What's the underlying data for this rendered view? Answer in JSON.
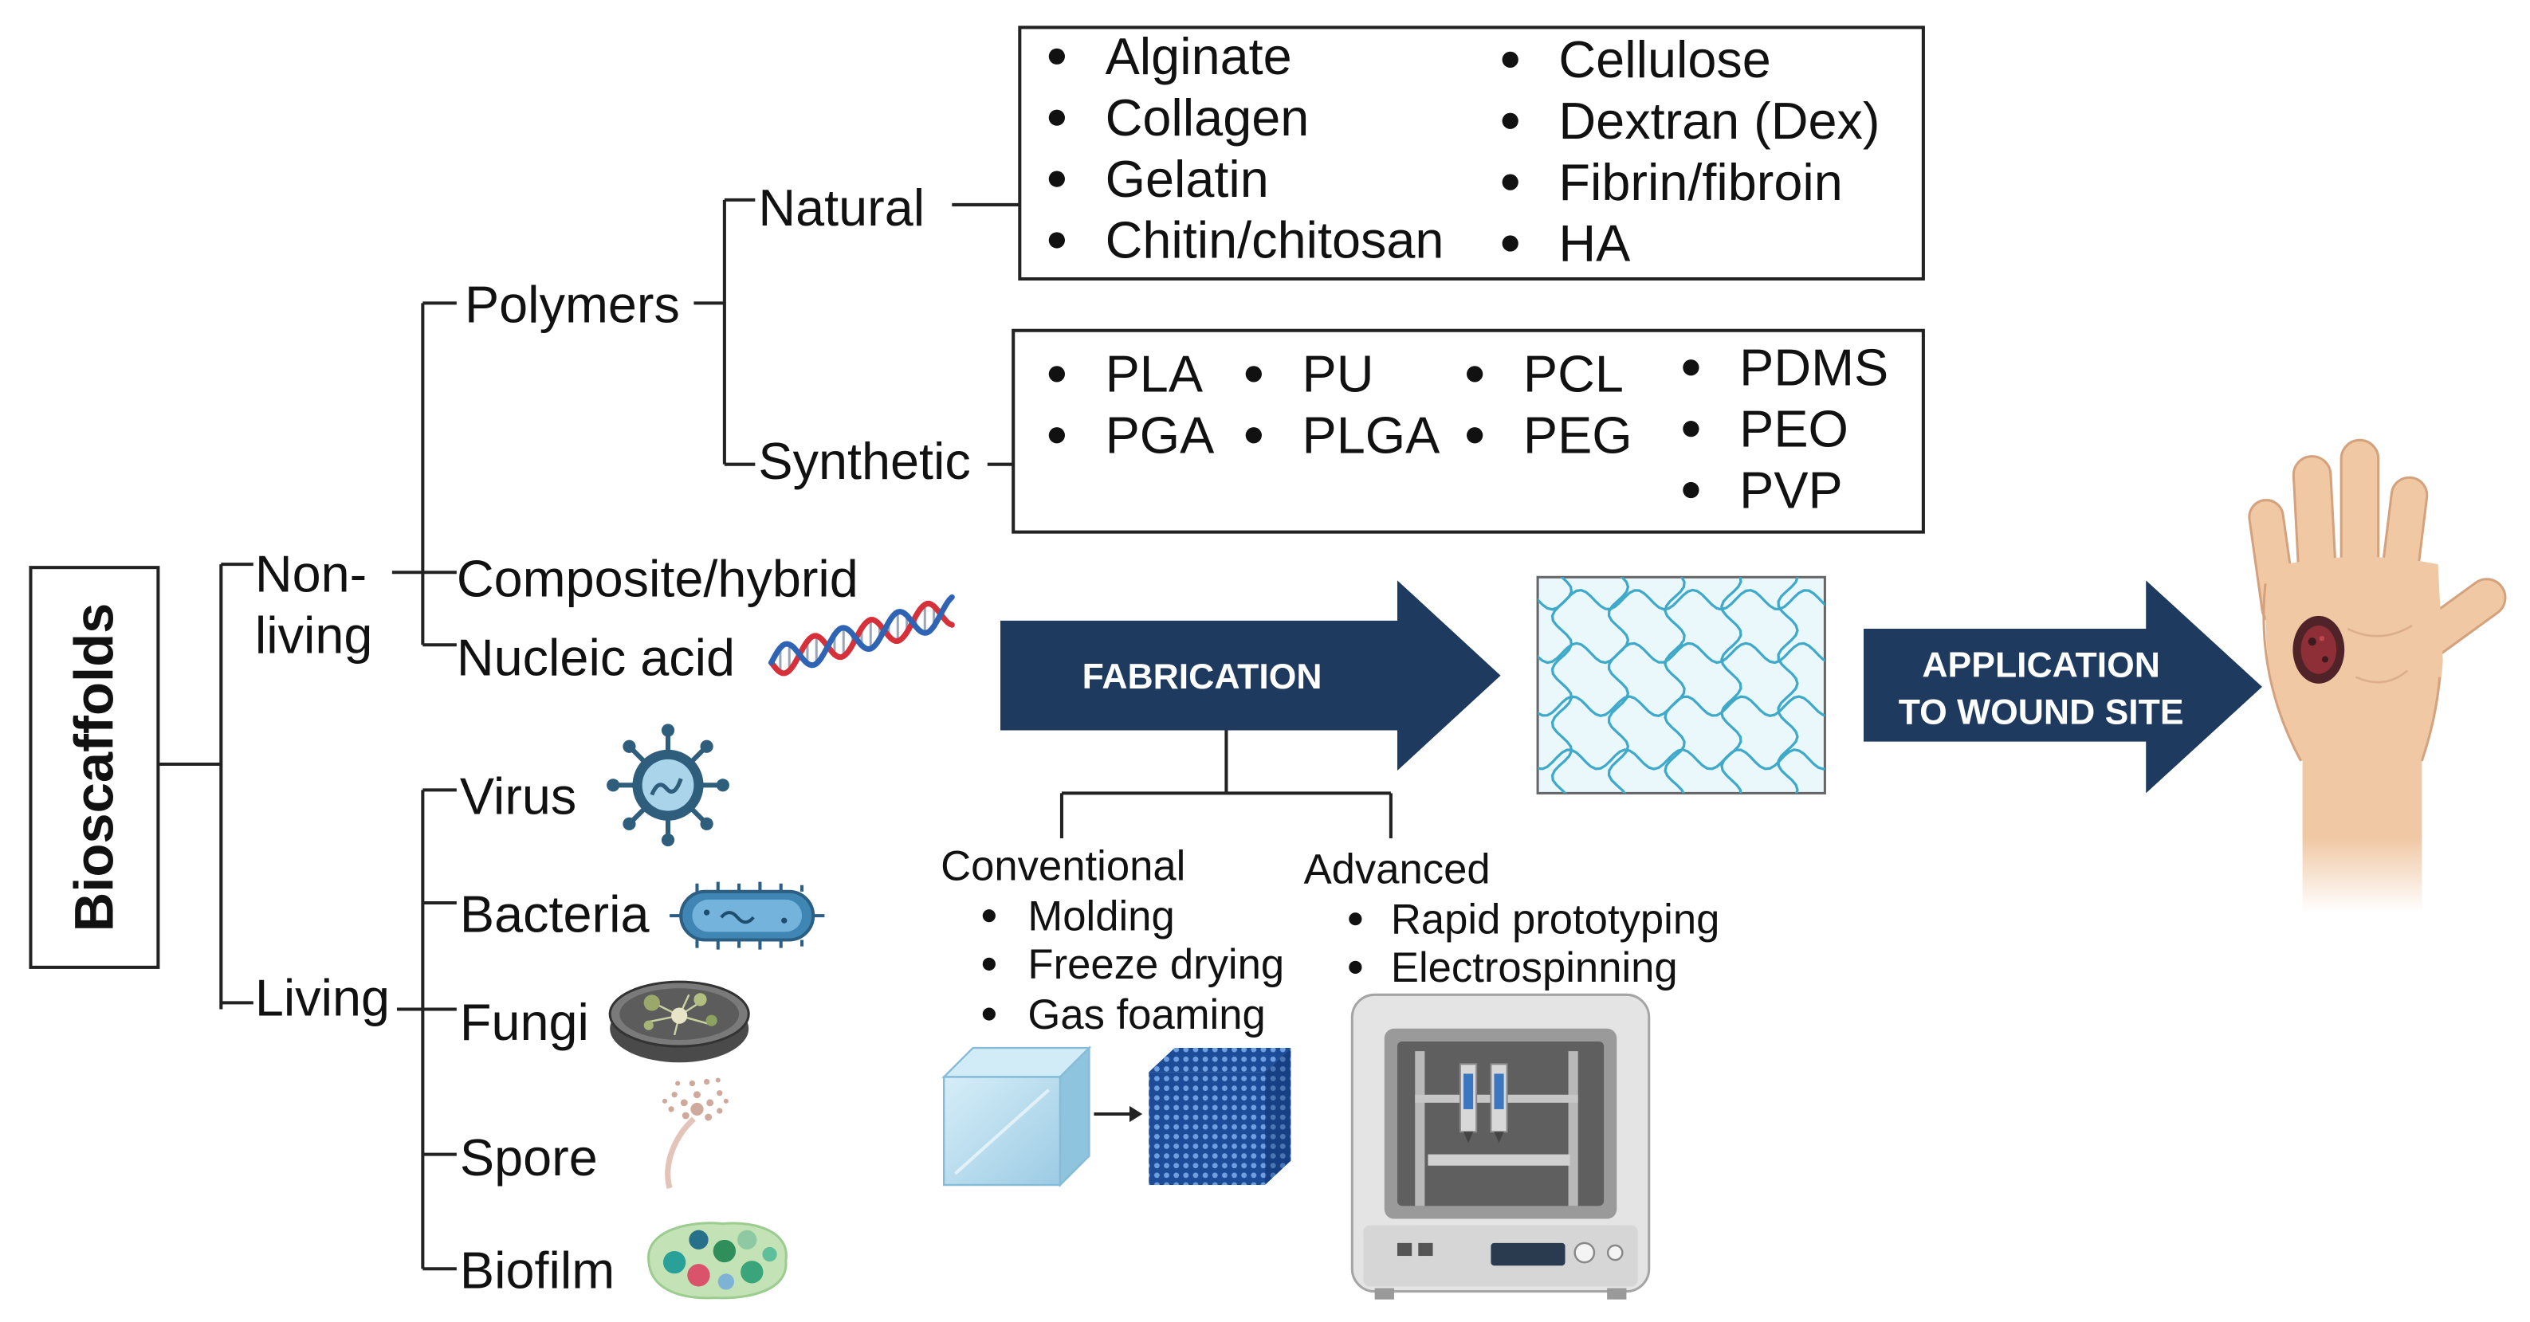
{
  "title": "Bioscaffolds",
  "non_living": {
    "label_line1": "Non-",
    "label_line2": "living",
    "polymers": {
      "label": "Polymers",
      "natural": {
        "label": "Natural",
        "col1": [
          "Alginate",
          "Collagen",
          "Gelatin",
          "Chitin/chitosan"
        ],
        "col2": [
          "Cellulose",
          "Dextran (Dex)",
          "Fibrin/fibroin",
          "HA"
        ]
      },
      "synthetic": {
        "label": "Synthetic",
        "col1": [
          "PLA",
          "PGA"
        ],
        "col2": [
          "PU",
          "PLGA"
        ],
        "col3": [
          "PCL",
          "PEG"
        ],
        "col4": [
          "PDMS",
          "PEO",
          "PVP"
        ]
      }
    },
    "composite": "Composite/hybrid",
    "nucleic_acid": "Nucleic acid"
  },
  "living": {
    "label": "Living",
    "items": [
      "Virus",
      "Bacteria",
      "Fungi",
      "Spore",
      "Biofilm"
    ]
  },
  "fabrication": {
    "label": "FABRICATION",
    "conventional": {
      "label": "Conventional",
      "items": [
        "Molding",
        "Freeze drying",
        "Gas foaming"
      ]
    },
    "advanced": {
      "label": "Advanced",
      "items": [
        "Rapid prototyping",
        "Electrospinning"
      ]
    }
  },
  "application": {
    "line1": "APPLICATION",
    "line2": "TO WOUND SITE"
  },
  "icons": [
    "dna-icon",
    "virus-icon",
    "bacteria-icon",
    "petri-dish-icon",
    "spore-icon",
    "biofilm-icon",
    "ice-cube-icon",
    "porous-scaffold-icon",
    "3d-printer-icon",
    "mesh-scaffold-icon",
    "hand-wound-icon"
  ],
  "colors": {
    "arrow": "#1f3a5f",
    "line": "#222222",
    "mesh_fiber": "#3fa9c9",
    "mesh_background": "#eaf7fb",
    "dna_strand_1": "#d6303a",
    "dna_strand_2": "#2f63b4"
  }
}
